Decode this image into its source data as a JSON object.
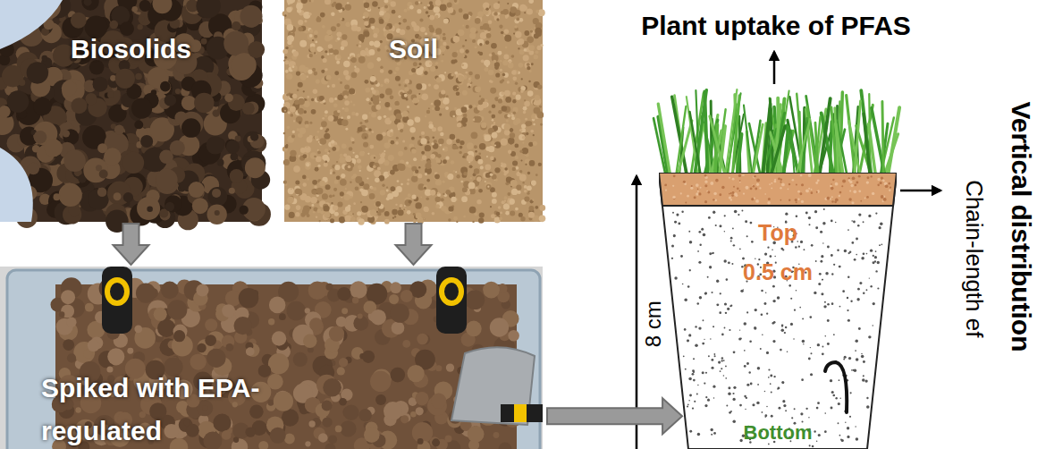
{
  "diagram": {
    "nodes": [
      {
        "text": [
          "Biosolids"
        ]
      },
      {
        "text": [
          "Soil"
        ]
      },
      {
        "text": [
          "Spiked with EPA-regulated"
        ]
      },
      {
        "text": [
          "Top 0.5 cm",
          "Bottom"
        ]
      }
    ],
    "edges": [
      {
        "from": 0,
        "to": 2,
        "arrow": "to"
      },
      {
        "from": 1,
        "to": 2,
        "arrow": "to"
      },
      {
        "from": 2,
        "to": 3,
        "arrow": "to"
      }
    ],
    "labels": [
      "Plant uptake of PFAS",
      "8 cm",
      "Vertical distribution",
      "Chain-length ef"
    ]
  }
}
